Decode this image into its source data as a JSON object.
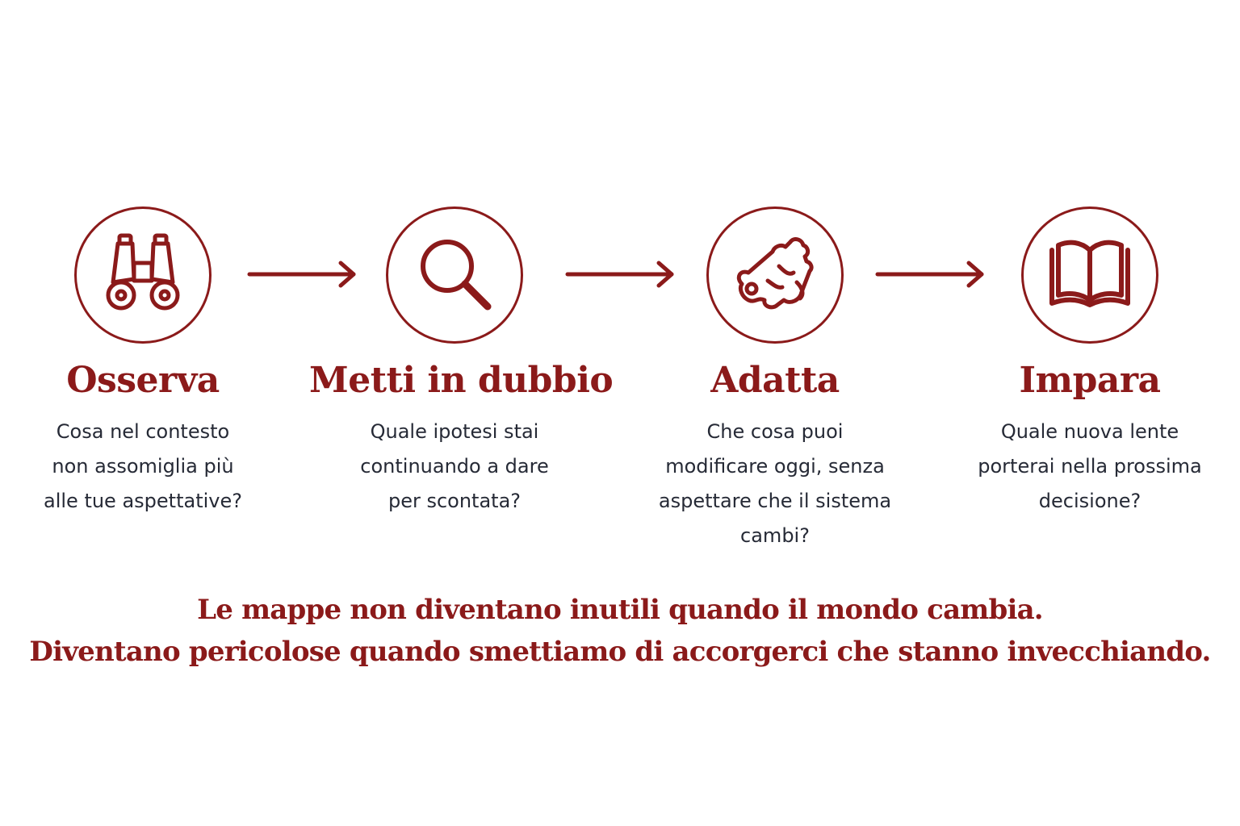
{
  "colors": {
    "accent": "#8b1a1a",
    "text": "#262a36",
    "background": "#ffffff"
  },
  "steps": [
    {
      "icon": "binoculars-icon",
      "title": "Osserva",
      "desc": [
        "Cosa nel contesto",
        "non assomiglia più",
        "alle tue aspettative?"
      ]
    },
    {
      "icon": "magnifying-glass-icon",
      "title": "Metti in dubbio",
      "desc": [
        "Quale ipotesi stai",
        "continuando a dare",
        "per scontata?"
      ]
    },
    {
      "icon": "puzzle-map-icon",
      "title": "Adatta",
      "desc": [
        "Che cosa puoi",
        "modificare oggi, senza",
        "aspettare che il sistema",
        "cambi?"
      ]
    },
    {
      "icon": "open-book-icon",
      "title": "Impara",
      "desc": [
        "Quale nuova lente",
        "porterai nella prossima",
        "decisione?"
      ]
    }
  ],
  "quote": {
    "line1": "Le mappe non diventano inutili quando il mondo cambia.",
    "line2": "Diventano pericolose quando smettiamo di accorgerci che stanno invecchiando."
  }
}
